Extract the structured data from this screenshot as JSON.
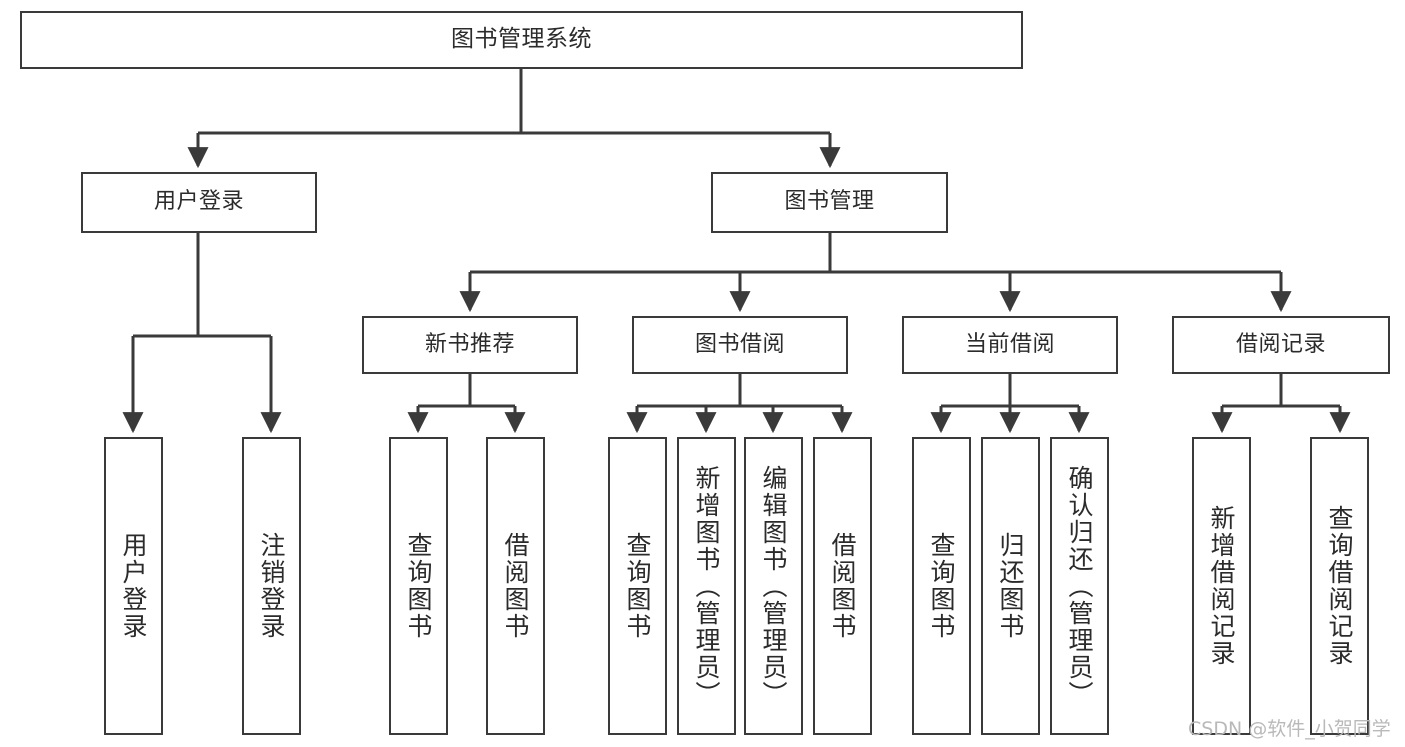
{
  "diagram": {
    "type": "tree",
    "title": "图书管理系统",
    "watermark": "CSDN @软件_小贺同学",
    "colors": {
      "node_border": "#3a3a3a",
      "node_fill": "#ffffff",
      "edge": "#3a3a3a",
      "text": "#2b2b2b",
      "watermark": "#b9b9b9",
      "background": "#ffffff"
    },
    "nodes": {
      "root": {
        "label": "图书管理系统"
      },
      "level2": [
        {
          "id": "user-login",
          "label": "用户登录"
        },
        {
          "id": "book-manage",
          "label": "图书管理"
        }
      ],
      "level3": [
        {
          "id": "new-book-recommend",
          "label": "新书推荐"
        },
        {
          "id": "book-borrow",
          "label": "图书借阅"
        },
        {
          "id": "current-borrow",
          "label": "当前借阅"
        },
        {
          "id": "borrow-record",
          "label": "借阅记录"
        }
      ],
      "leaves": {
        "user-login": [
          {
            "id": "leaf-user-login",
            "label": "用户登录"
          },
          {
            "id": "leaf-logout-login",
            "label": "注销登录"
          }
        ],
        "new-book-recommend": [
          {
            "id": "leaf-query-book-1",
            "label": "查询图书"
          },
          {
            "id": "leaf-borrow-book-1",
            "label": "借阅图书"
          }
        ],
        "book-borrow": [
          {
            "id": "leaf-query-book-2",
            "label": "查询图书"
          },
          {
            "id": "leaf-add-book",
            "label": "新增图书（管理员）"
          },
          {
            "id": "leaf-edit-book",
            "label": "编辑图书（管理员）"
          },
          {
            "id": "leaf-borrow-book-2",
            "label": "借阅图书"
          }
        ],
        "current-borrow": [
          {
            "id": "leaf-query-book-3",
            "label": "查询图书"
          },
          {
            "id": "leaf-return-book",
            "label": "归还图书"
          },
          {
            "id": "leaf-confirm-return",
            "label": "确认归还（管理员）"
          }
        ],
        "borrow-record": [
          {
            "id": "leaf-add-record",
            "label": "新增借阅记录"
          },
          {
            "id": "leaf-query-record",
            "label": "查询借阅记录"
          }
        ]
      }
    }
  }
}
